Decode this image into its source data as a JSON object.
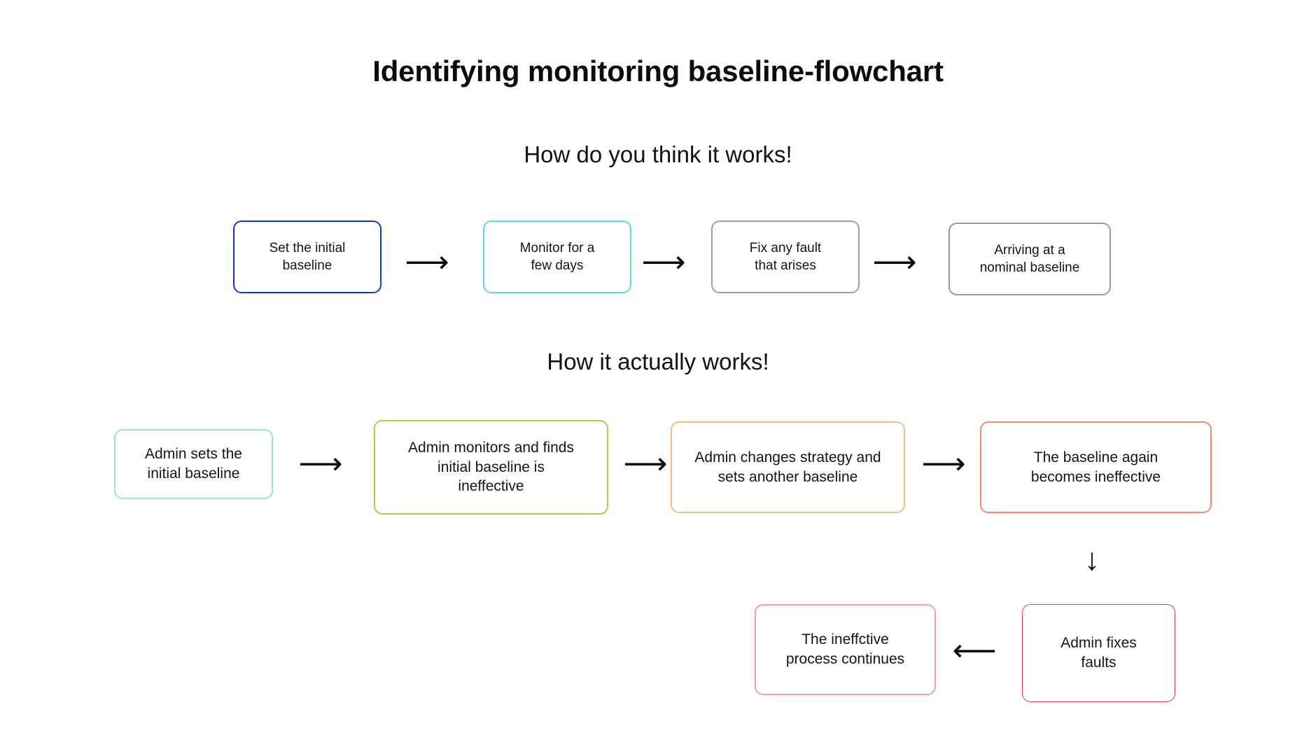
{
  "page": {
    "title": "Identifying monitoring baseline-flowchart",
    "background_color": "#ffffff",
    "text_color": "#111111"
  },
  "sections": [
    {
      "heading": "How do you think it works!",
      "nodes": [
        {
          "label": "Set the initial\nbaseline",
          "border_color": "#1437d4"
        },
        {
          "label": "Monitor for a\nfew days",
          "border_color": "#62d2f2"
        },
        {
          "label": "Fix any fault\nthat arises",
          "border_color": "#ac8fd8"
        },
        {
          "label": "Arriving at a\nnominal baseline",
          "border_color": "#9a93b6"
        }
      ],
      "connectors": [
        {
          "icon": "arrow-right-icon",
          "glyph": "⟶"
        },
        {
          "icon": "arrow-right-icon",
          "glyph": "⟶"
        },
        {
          "icon": "arrow-right-icon",
          "glyph": "⟶"
        }
      ]
    },
    {
      "heading": "How it actually works!",
      "nodes": [
        {
          "label": "Admin sets the\ninitial baseline",
          "border_color": "#9de0e0"
        },
        {
          "label": "Admin monitors and finds\ninitial baseline is\nineffective",
          "border_color": "#a7cf4f"
        },
        {
          "label": "Admin changes strategy and\nsets another baseline",
          "border_color": "#f8bc7d"
        },
        {
          "label": "The baseline again\nbecomes ineffective",
          "border_color": "#f78a6c"
        },
        {
          "label": "The ineffctive\nprocess continues",
          "border_color": "#f49ab6"
        },
        {
          "label": "Admin fixes\nfaults",
          "border_color": "#e23e64"
        }
      ],
      "connectors": [
        {
          "icon": "arrow-right-icon",
          "glyph": "⟶"
        },
        {
          "icon": "arrow-right-icon",
          "glyph": "⟶"
        },
        {
          "icon": "arrow-right-icon",
          "glyph": "⟶"
        },
        {
          "icon": "arrow-down-icon",
          "glyph": "↓"
        },
        {
          "icon": "arrow-left-icon",
          "glyph": "⟵"
        }
      ]
    }
  ]
}
